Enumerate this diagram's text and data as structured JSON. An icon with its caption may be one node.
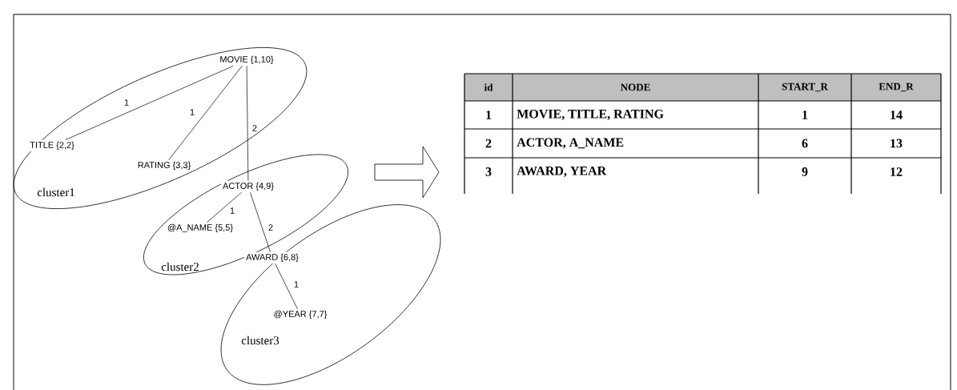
{
  "diagram": {
    "nodes": [
      {
        "text": [
          "cluster1"
        ]
      },
      {
        "text": [
          "MOVIE {1,10}"
        ],
        "in": 0
      },
      {
        "text": [
          "TITLE {2,2}"
        ],
        "in": 0
      },
      {
        "text": [
          "RATING {3,3}"
        ],
        "in": 0
      },
      {
        "text": [
          "cluster2"
        ]
      },
      {
        "text": [
          "ACTOR {4,9}"
        ],
        "in": 4
      },
      {
        "text": [
          "@A_NAME {5,5}"
        ],
        "in": 4
      },
      {
        "text": [
          "cluster3"
        ]
      },
      {
        "text": [
          "AWARD {6,8}"
        ],
        "in": 7
      },
      {
        "text": [
          "@YEAR {7,7}"
        ],
        "in": 7
      }
    ],
    "edges": [
      {
        "from": 1,
        "to": 2,
        "arrow": "none",
        "label": "1"
      },
      {
        "from": 1,
        "to": 3,
        "arrow": "none",
        "label": "1"
      },
      {
        "from": 1,
        "to": 5,
        "arrow": "none",
        "label": "2"
      },
      {
        "from": 5,
        "to": 6,
        "arrow": "none",
        "label": "1"
      },
      {
        "from": 5,
        "to": 8,
        "arrow": "none",
        "label": "2"
      },
      {
        "from": 8,
        "to": 9,
        "arrow": "none",
        "label": "1"
      }
    ],
    "labels": [
      "id",
      "NODE",
      "START_R",
      "END_R",
      "1",
      "MOVIE, TITLE, RATING",
      "1",
      "14",
      "2",
      "ACTOR, A_NAME",
      "6",
      "13",
      "3",
      "AWARD, YEAR",
      "9",
      "12"
    ]
  }
}
